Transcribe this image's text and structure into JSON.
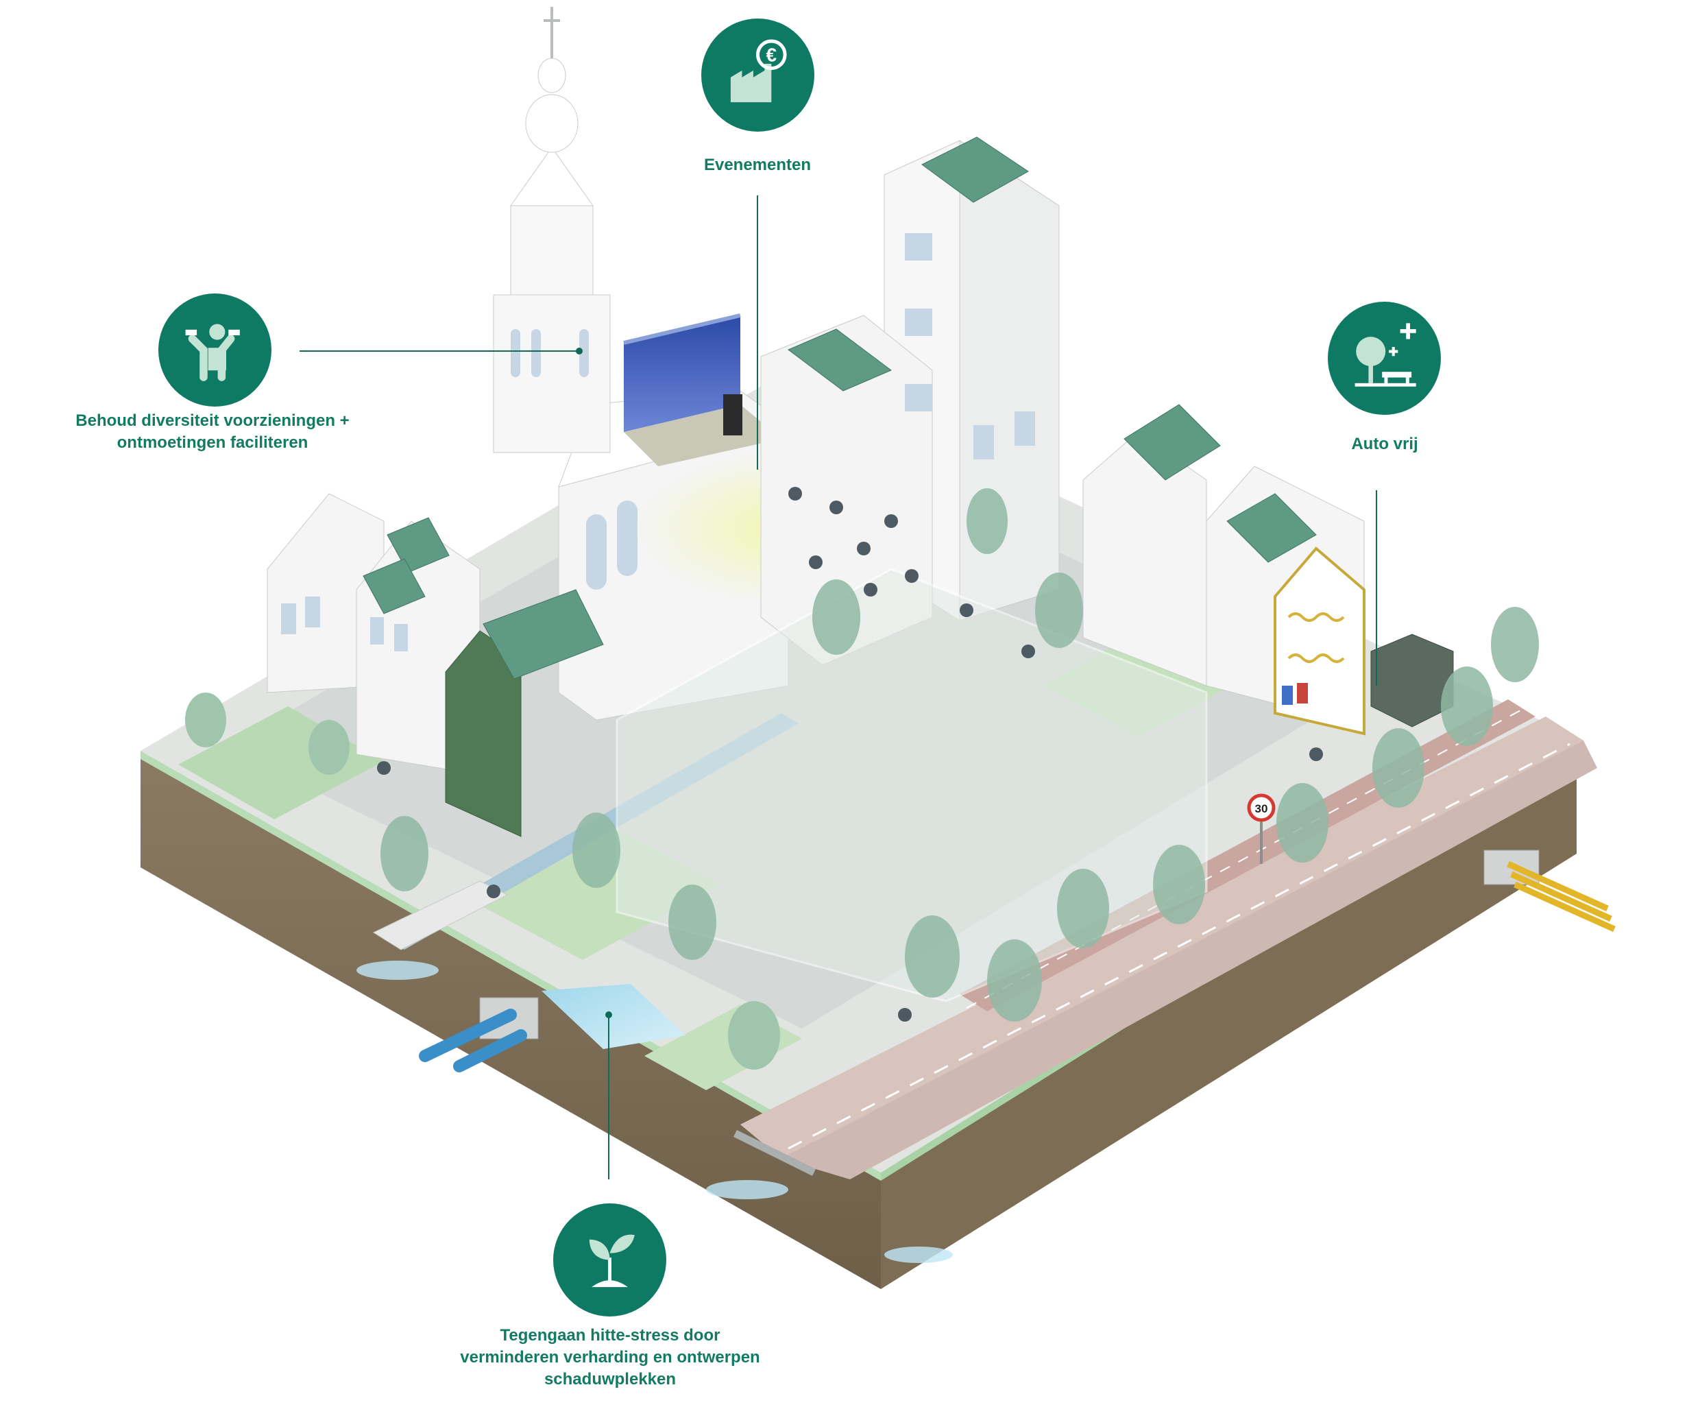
{
  "colors": {
    "accent": "#0f7a63",
    "label": "#137a63",
    "icon_fg": "#ffffff"
  },
  "callouts": [
    {
      "id": "events",
      "icon": "factory-euro-icon",
      "label": "Evenementen"
    },
    {
      "id": "facilities",
      "icon": "fitness-person-icon",
      "label_lines": [
        "Behoud diversiteit voorzieningen +",
        "ontmoetingen faciliteren"
      ]
    },
    {
      "id": "carfree",
      "icon": "tree-bench-plus-icon",
      "label": "Auto vrij"
    },
    {
      "id": "heat",
      "icon": "sprout-icon",
      "label_lines": [
        "Tegengaan hitte-stress door",
        "verminderen verharding en ontwerpen",
        "schaduwplekken"
      ]
    }
  ],
  "scene_text": {
    "speed_sign": "30"
  }
}
